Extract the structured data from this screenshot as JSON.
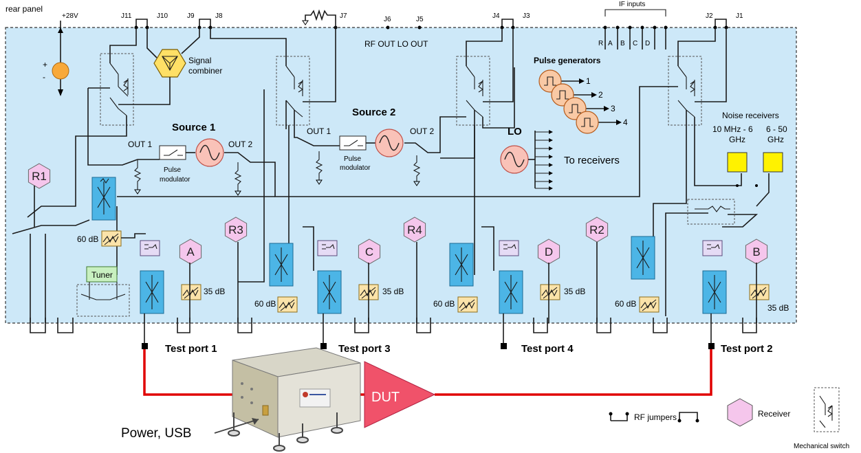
{
  "labels": {
    "rear_panel": "rear panel",
    "v28": "+28V",
    "plus": "+",
    "minus": "-",
    "j11": "J11",
    "j10": "J10",
    "j9": "J9",
    "j8": "J8",
    "j7": "J7",
    "j6": "J6",
    "j5": "J5",
    "j4": "J4",
    "j3": "J3",
    "j2": "J2",
    "j1": "J1",
    "rf_out_lo_out": "RF OUT LO OUT",
    "if_inputs": "IF inputs",
    "if_r": "R",
    "if_a": "A",
    "if_b": "B",
    "if_c": "C",
    "if_d": "D",
    "signal_combiner_1": "Signal",
    "signal_combiner_2": "combiner",
    "source1": "Source 1",
    "source2": "Source 2",
    "out1": "OUT 1",
    "out2": "OUT 2",
    "pulse_mod_1": "Pulse",
    "pulse_mod_2": "modulator",
    "pulse_generators": "Pulse generators",
    "pg1": "1",
    "pg2": "2",
    "pg3": "3",
    "pg4": "4",
    "lo": "LO",
    "to_receivers": "To receivers",
    "noise_receivers": "Noise receivers",
    "noise_band1_a": "10 MHz - 6",
    "noise_band1_b": "GHz",
    "noise_band2_a": "6 - 50",
    "noise_band2_b": "GHz",
    "db60": "60 dB",
    "db35": "35 dB",
    "tuner": "Tuner",
    "r1": "R1",
    "r2": "R2",
    "r3": "R3",
    "r4": "R4",
    "rcv_a": "A",
    "rcv_b": "B",
    "rcv_c": "C",
    "rcv_d": "D",
    "test_port_1": "Test port 1",
    "test_port_2": "Test port 2",
    "test_port_3": "Test port 3",
    "test_port_4": "Test port 4",
    "dut": "DUT",
    "power_usb": "Power, USB",
    "rf_jumpers": "RF jumpers",
    "receiver": "Receiver",
    "mechanical_switch": "Mechanical switch"
  },
  "colors": {
    "panel_fill": "#cde8f8",
    "receiver_fill": "#f5c6ec",
    "source_fill": "#f9c2b8",
    "pulse_gen_fill": "#f9c9a5",
    "coupler_fill": "#4cb5e6",
    "attenuator_fill": "#fbe3a9",
    "noise_rx_fill": "#fff200",
    "tuner_fill": "#c8f0c0",
    "combiner_fill": "#ffe066",
    "dut_fill": "#f0526a",
    "cable": "#e00000",
    "dc_source_fill": "#f8a93a"
  }
}
